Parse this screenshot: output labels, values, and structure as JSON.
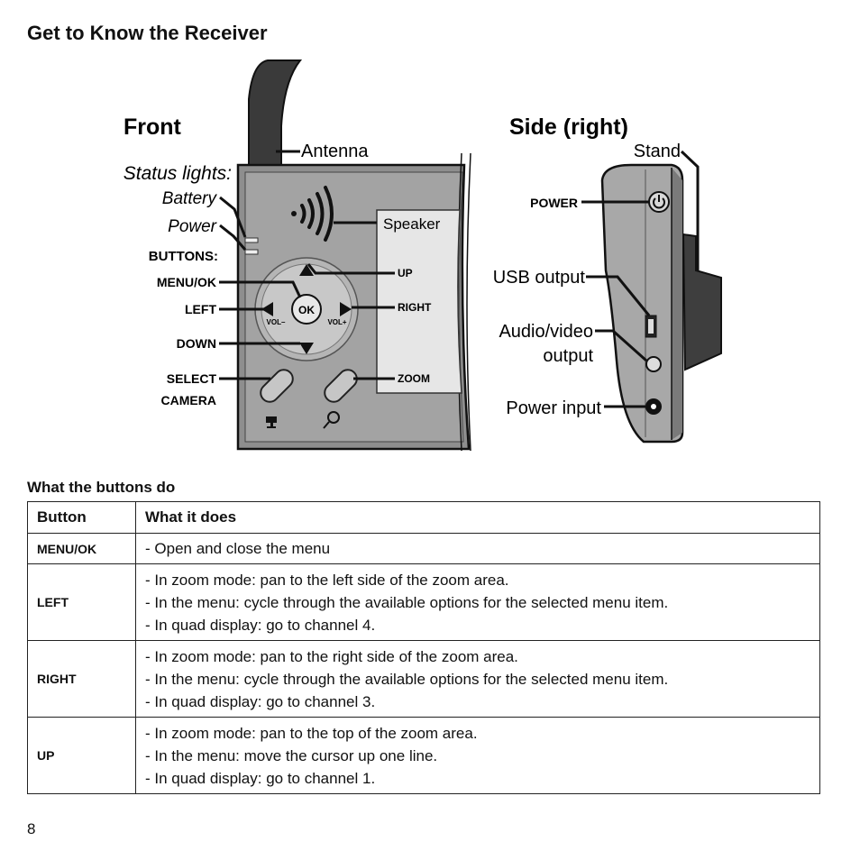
{
  "page_title": "Get to Know the Receiver",
  "diagram": {
    "front": {
      "heading": "Front",
      "antenna": "Antenna",
      "status_lights": "Status lights:",
      "battery": "Battery",
      "power": "Power",
      "buttons_label": "BUTTONS:",
      "menu_ok": "MENU/OK",
      "left": "LEFT",
      "down": "DOWN",
      "select_camera_1": "SELECT",
      "select_camera_2": "CAMERA",
      "speaker": "Speaker",
      "up": "UP",
      "right": "RIGHT",
      "zoom": "ZOOM",
      "ok_text": "OK",
      "vol_minus": "VOL–",
      "vol_plus": "VOL+"
    },
    "side": {
      "heading": "Side (right)",
      "stand": "Stand",
      "power": "POWER",
      "usb_output": "USB output",
      "av_output_1": "Audio/video",
      "av_output_2": "output",
      "power_input": "Power input"
    },
    "colors": {
      "device_body": "#8e8e8e",
      "antenna": "#3a3a3a",
      "screen": "#e6e6e6"
    }
  },
  "table_section_title": "What the buttons do",
  "table": {
    "headers": [
      "Button",
      "What it does"
    ],
    "rows": [
      {
        "button": "MENU/OK",
        "descriptions": [
          "Open and close the menu"
        ]
      },
      {
        "button": "LEFT",
        "descriptions": [
          "In zoom mode: pan to the left side of the zoom area.",
          "In the menu: cycle through the available options for the selected menu item.",
          "In quad display: go to channel 4."
        ]
      },
      {
        "button": "RIGHT",
        "descriptions": [
          "In zoom mode: pan to the right side of the zoom area.",
          "In the menu: cycle through the available options for the selected menu item.",
          "In quad display: go to channel 3."
        ]
      },
      {
        "button": "UP",
        "descriptions": [
          "In zoom mode: pan to the top of the zoom area.",
          "In the menu: move the cursor up one line.",
          "In quad display: go to channel 1."
        ]
      }
    ]
  },
  "page_number": "8"
}
